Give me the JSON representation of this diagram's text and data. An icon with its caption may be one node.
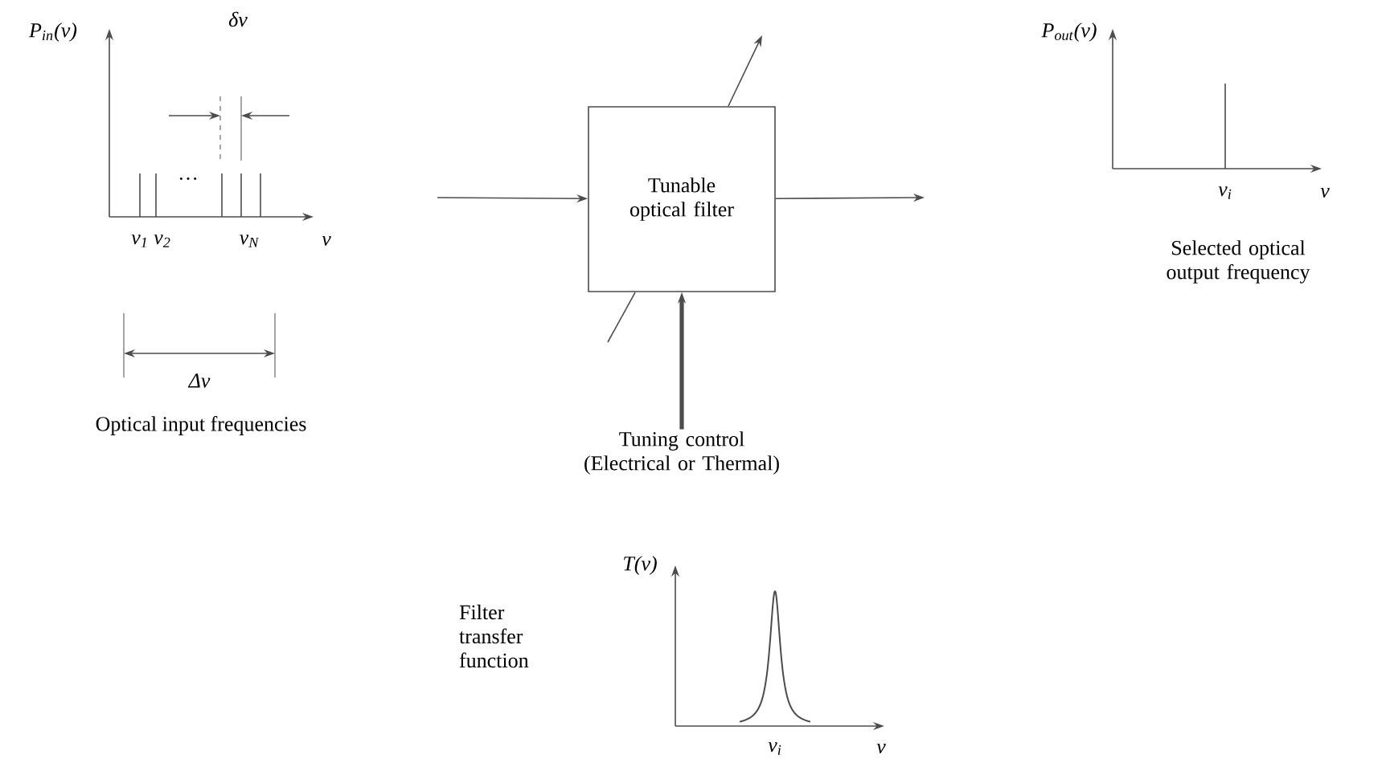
{
  "diagram": {
    "nodes": [
      {
        "text": [
          "Tunable optical filter"
        ]
      },
      {
        "text": [
          "Tuning control (Electrical or Thermal)"
        ]
      }
    ],
    "edges": [
      {
        "from": null,
        "to": 0,
        "arrow": "to"
      },
      {
        "from": 0,
        "to": null,
        "arrow": "to"
      },
      {
        "from": 1,
        "to": 0,
        "arrow": "to",
        "style": "thick"
      }
    ],
    "labels": [
      "P$_{in}$(ν)",
      "δν",
      "P$_{out}$(ν)",
      "···",
      "ν$_{1}$",
      "ν$_{2}$",
      "ν$_{N}$",
      "ν",
      "ν$_{i}$",
      "ν",
      "Δν",
      "Optical input frequencies",
      "Selected optical output frequency",
      "T(ν)",
      "Filter transfer function",
      "ν$_{i}$",
      "ν"
    ]
  }
}
